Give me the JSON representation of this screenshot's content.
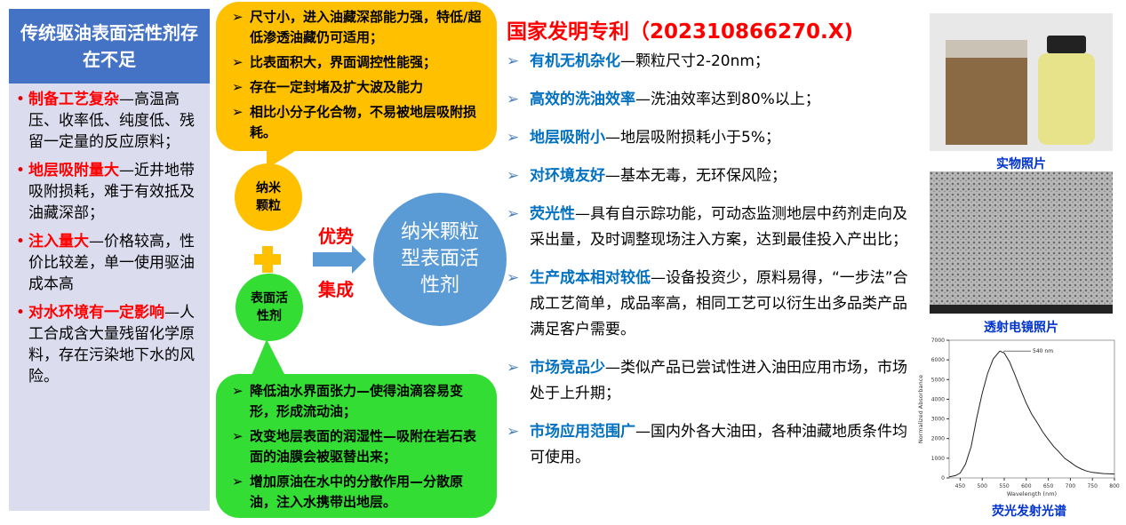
{
  "left_panel": {
    "title": "传统驱油表面活性剂存在不足",
    "items": [
      {
        "key": "制备工艺复杂",
        "text": "—高温高压、收率低、纯度低、残留一定量的反应原料；"
      },
      {
        "key": "地层吸附量大",
        "text": "—近井地带吸附损耗，难于有效抵及油藏深部；"
      },
      {
        "key": "注入量大",
        "text": "—价格较高，性价比较差，单一使用驱油成本高"
      },
      {
        "key": "对水环境有一定影响",
        "text": "—人工合成含大量残留化学原料，存在污染地下水的风险。"
      }
    ]
  },
  "nano_bubble": [
    "尺寸小，进入油藏深部能力强，特低/超低渗透油藏仍可适用；",
    "比表面积大，界面调控性能强；",
    "存在一定封堵及扩大波及能力",
    "相比小分子化合物，不易被地层吸附损耗。"
  ],
  "surf_bubble": [
    "降低油水界面张力—使得油滴容易变形，形成流动油；",
    "改变地层表面的润湿性—吸附在岩石表面的油膜会被驱替出来；",
    "增加原油在水中的分散作用—分散原油，注入水携带出地层。"
  ],
  "circles": {
    "nano": "纳米颗粒",
    "surf": "表面活性剂",
    "result": "纳米颗粒型表面活性剂"
  },
  "arrow": {
    "top": "优势",
    "bottom": "集成"
  },
  "patent": {
    "title": "国家发明专利（202310866270.X)",
    "items": [
      {
        "key": "有机无机杂化",
        "text": "—颗粒尺寸2-20nm；"
      },
      {
        "key": "高效的洗油效率",
        "text": "—洗油效率达到80%以上；"
      },
      {
        "key": "地层吸附小",
        "text": "—地层吸附损耗小于5%；"
      },
      {
        "key": "对环境友好",
        "text": "—基本无毒，无环保风险；"
      },
      {
        "key": "荧光性",
        "text": "—具有自示踪功能，可动态监测地层中药剂走向及采出量，及时调整现场注入方案，达到最佳投入产出比；"
      },
      {
        "key": "生产成本相对较低",
        "text": "—设备投资少，原料易得，“一步法”合成工艺简单，成品率高，相同工艺可以衍生出多品类产品满足客户需要。"
      },
      {
        "key": "市场竞品少",
        "text": "—类似产品已尝试性进入油田应用市场，市场处于上升期；"
      },
      {
        "key": "市场应用范围广",
        "text": "—国内外各大油田，各种油藏地质条件均可使用。"
      }
    ]
  },
  "captions": {
    "photo": "实物照片",
    "tem": "透射电镜照片",
    "spectrum": "荧光发射光谱"
  },
  "chart_data": {
    "type": "line",
    "title": "",
    "xlabel": "Wavelength (nm)",
    "ylabel": "Normalized Absorbance",
    "xlim": [
      425,
      800
    ],
    "ylim": [
      0,
      7000
    ],
    "xticks": [
      450,
      500,
      550,
      600,
      650,
      700,
      750,
      800
    ],
    "yticks": [
      0,
      1000,
      2000,
      3000,
      4000,
      5000,
      6000,
      7000
    ],
    "annotation": "540 nm",
    "peak": [
      540,
      6450
    ],
    "x": [
      425,
      440,
      450,
      462,
      475,
      487,
      500,
      512,
      525,
      540,
      550,
      562,
      575,
      587,
      600,
      612,
      625,
      637,
      650,
      662,
      675,
      687,
      700,
      712,
      725,
      737,
      750,
      775,
      800
    ],
    "y": [
      50,
      120,
      250,
      700,
      1600,
      3000,
      4300,
      5300,
      6050,
      6450,
      6350,
      5900,
      5200,
      4500,
      3800,
      3250,
      2800,
      2350,
      1950,
      1600,
      1300,
      1000,
      800,
      600,
      450,
      350,
      280,
      220,
      200
    ]
  }
}
